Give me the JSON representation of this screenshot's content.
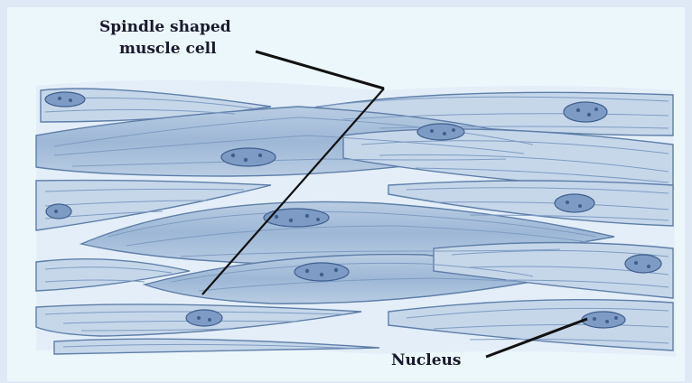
{
  "diagram": {
    "labels": {
      "spindle_line1": "Spindle shaped",
      "spindle_line2": "muscle cell",
      "nucleus": "Nucleus"
    }
  }
}
